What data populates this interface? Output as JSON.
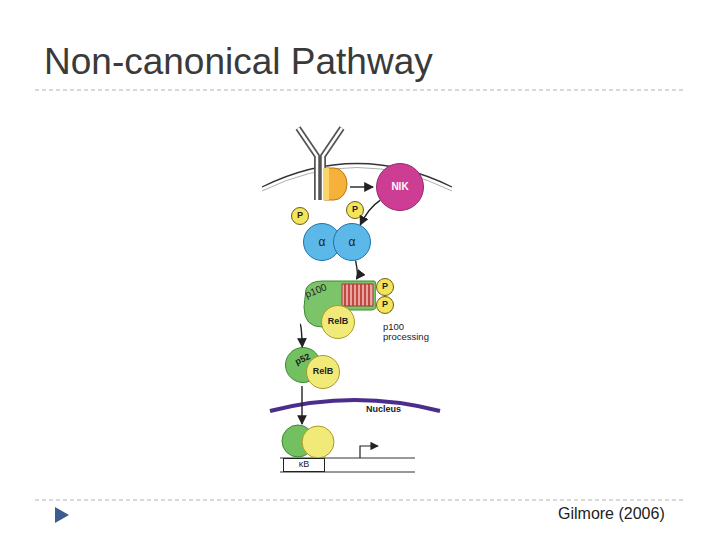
{
  "diagram": {
    "title": "Non-canonical Pathway",
    "nodes": [
      {
        "text": [
          "NIK"
        ]
      },
      {
        "text": [
          "P"
        ]
      },
      {
        "text": [
          "P"
        ]
      },
      {
        "text": [
          "α"
        ]
      },
      {
        "text": [
          "α"
        ]
      },
      {
        "text": [
          "P"
        ]
      },
      {
        "text": [
          "P"
        ]
      },
      {
        "text": [
          "p100"
        ]
      },
      {
        "text": [
          "RelB"
        ]
      },
      {
        "text": [
          "p52"
        ]
      },
      {
        "text": [
          "RelB"
        ]
      },
      {
        "text": [
          "κB"
        ]
      }
    ],
    "edges": [
      {
        "from": 0,
        "to": 4,
        "arrow": "to"
      },
      {
        "from": 4,
        "to": 7,
        "arrow": "to"
      },
      {
        "from": 7,
        "to": 9,
        "label": "p100 processing",
        "arrow": "to"
      }
    ],
    "labels": [
      "Nucleus",
      "Gilmore (2006)"
    ]
  }
}
